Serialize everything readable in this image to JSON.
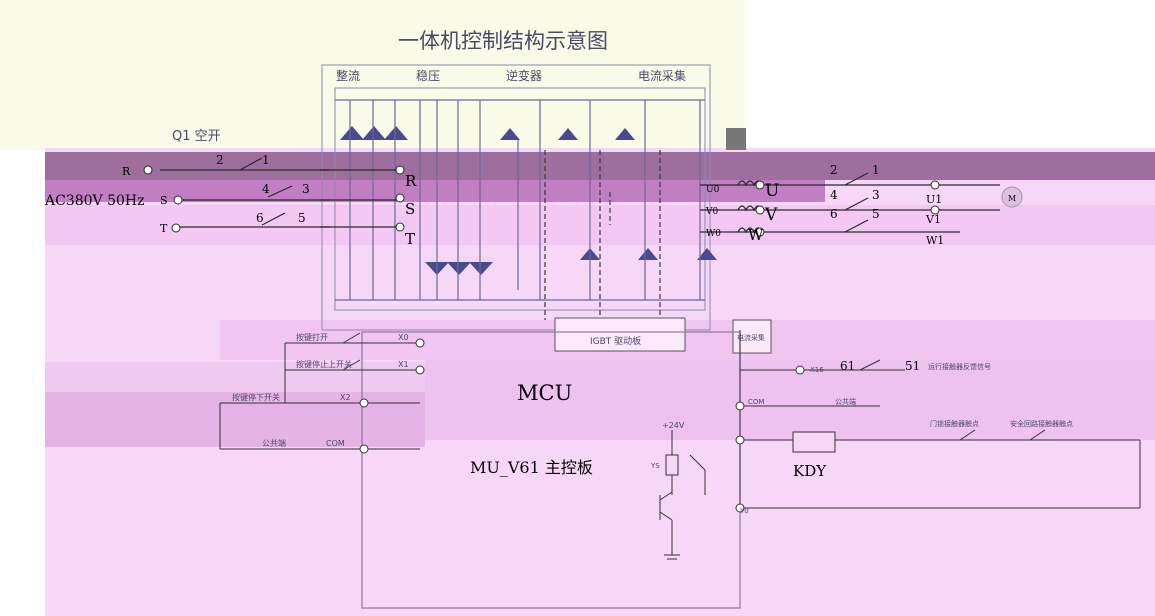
{
  "title": "一体机控制结构示意图",
  "breaker": {
    "label": "Q1 空开",
    "input": "AC380V 50Hz"
  },
  "phases": [
    "R",
    "S",
    "T"
  ],
  "terminals_left": {
    "t1": "2",
    "t2": "1",
    "t3": "4",
    "t4": "3",
    "t5": "6",
    "t6": "5"
  },
  "sections": {
    "rect": "整流",
    "stab": "稳压",
    "inv": "逆变器",
    "cur": "电流采集"
  },
  "outputs": {
    "u": "U",
    "v": "V",
    "w": "W",
    "u0": "U0",
    "v0": "V0",
    "w0": "W0"
  },
  "contactor": {
    "t1": "2",
    "t2": "1",
    "t3": "4",
    "t4": "3",
    "t5": "6",
    "t6": "5",
    "u1": "U1",
    "v1": "V1",
    "w1": "W1",
    "motor": "M"
  },
  "igbt": "IGBT 驱动板",
  "current_detect": "电流采集",
  "mcu": "MCU",
  "board": "MU_V61 主控板",
  "switches": {
    "s1": "按键打开",
    "s2": "按键停止上开关",
    "s3": "按键停下开关",
    "s4": "公共端",
    "com": "COM",
    "x0": "X0",
    "x1": "X1",
    "x2": "X2"
  },
  "run_signal": {
    "x16": "X16",
    "n61": "61",
    "n51": "51",
    "label": "运行接触器反馈信号",
    "com": "COM",
    "common": "公共端"
  },
  "relay": {
    "kdy": "KDY",
    "voltage": "+24V",
    "ys": "YS",
    "door": "门锁接触器触点",
    "safety": "安全回路接触器触点",
    "y0": "Y0"
  }
}
